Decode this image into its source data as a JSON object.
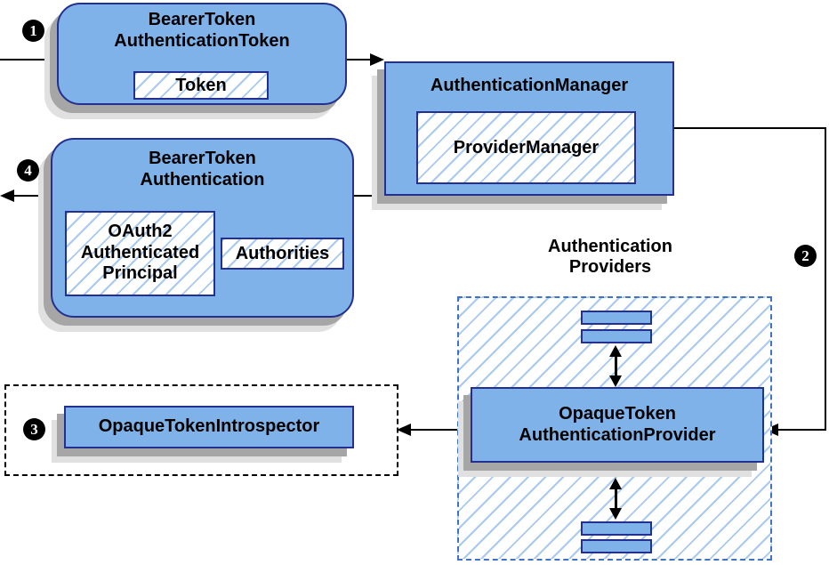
{
  "diagram": {
    "title_context": "Opaque token authentication flow diagram",
    "steps": {
      "one": "1",
      "two": "2",
      "three": "3",
      "four": "4"
    },
    "boxes": {
      "bearer_token_authentication_token": {
        "title": "BearerToken\nAuthenticationToken",
        "token_label": "Token"
      },
      "authentication_manager": {
        "title": "AuthenticationManager",
        "provider_manager_label": "ProviderManager"
      },
      "bearer_token_authentication": {
        "title": "BearerToken\nAuthentication",
        "principal_label": "OAuth2\nAuthenticated\nPrincipal",
        "authorities_label": "Authorities"
      },
      "authentication_providers": {
        "group_label": "Authentication\nProviders",
        "provider_title": "OpaqueToken\nAuthenticationProvider"
      },
      "opaque_token_introspector": {
        "label": "OpaqueTokenIntrospector"
      }
    },
    "colors": {
      "box_fill": "#7fb2e8",
      "box_border": "#24308f",
      "hatch_line": "#a8c9f0",
      "providers_border": "#3f74c4",
      "shadow_dark": "#a6a6a6",
      "shadow_light": "#e0e0e0",
      "badge_bg": "#000000",
      "badge_text": "#ffffff",
      "line_color": "#000000"
    }
  }
}
